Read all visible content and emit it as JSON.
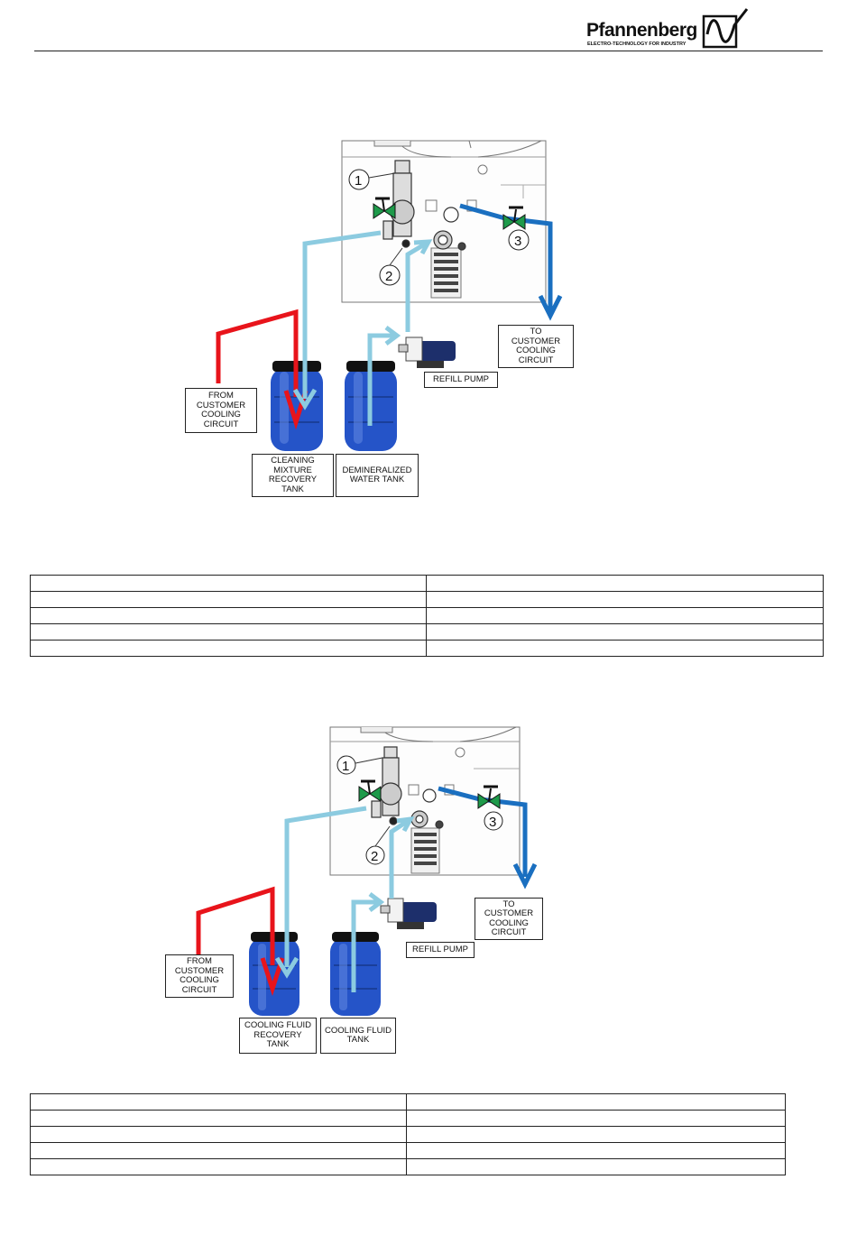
{
  "header": {
    "brand_name": "Pfannenberg",
    "brand_tagline": "ELECTRO-TECHNOLOGY FOR INDUSTRY"
  },
  "figure1": {
    "callouts": [
      "1",
      "2",
      "3"
    ],
    "labels": {
      "to_customer": "TO\nCUSTOMER\nCOOLING\nCIRCUIT",
      "refill_pump": "REFILL PUMP",
      "from_customer": "FROM\nCUSTOMER\nCOOLING\nCIRCUIT",
      "left_tank": "CLEANING\nMIXTURE\nRECOVERY\nTANK",
      "right_tank": "DEMINERALIZED\nWATER TANK"
    }
  },
  "table1": {
    "rows": 5,
    "columns": 2
  },
  "figure2": {
    "callouts": [
      "1",
      "2",
      "3"
    ],
    "labels": {
      "to_customer": "TO\nCUSTOMER\nCOOLING\nCIRCUIT",
      "refill_pump": "REFILL PUMP",
      "from_customer": "FROM\nCUSTOMER\nCOOLING\nCIRCUIT",
      "left_tank": "COOLING FLUID\nRECOVERY\nTANK",
      "right_tank": "COOLING FLUID\nTANK"
    }
  },
  "table2": {
    "rows": 5,
    "columns": 2
  },
  "colors": {
    "supply_line": "#e8141b",
    "return_line": "#8ccbe0",
    "customer_line": "#1a6fc0",
    "valve_green": "#1e9a4a",
    "tank_blue": "#2554c8"
  }
}
